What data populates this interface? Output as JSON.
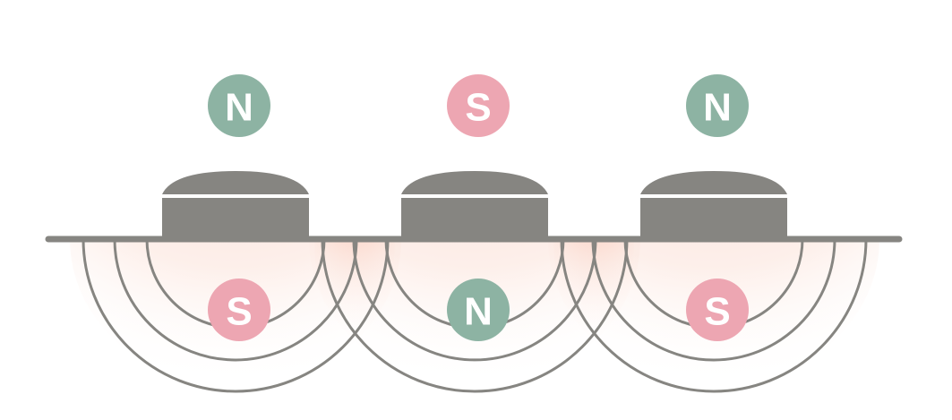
{
  "colors": {
    "magnet": "#868581",
    "north": "#8db3a3",
    "south": "#eda6b2",
    "field_glow": "#f4a58a"
  },
  "magnets": [
    {
      "top_pole": "N",
      "bottom_pole": "S"
    },
    {
      "top_pole": "S",
      "bottom_pole": "N"
    },
    {
      "top_pole": "N",
      "bottom_pole": "S"
    }
  ]
}
